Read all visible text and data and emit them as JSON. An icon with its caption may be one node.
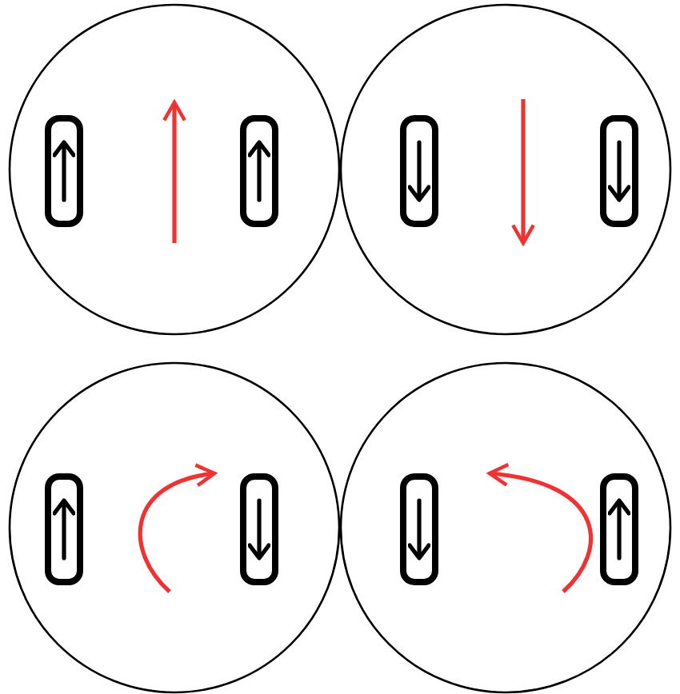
{
  "diagram": {
    "nodes": [
      {
        "text": [],
        "shape": "circle"
      },
      {
        "text": [],
        "shape": "box",
        "in": 0
      },
      {
        "text": [],
        "shape": "box",
        "in": 0
      },
      {
        "text": [],
        "shape": "circle"
      },
      {
        "text": [],
        "shape": "box",
        "in": 3
      },
      {
        "text": [],
        "shape": "box",
        "in": 3
      },
      {
        "text": [],
        "shape": "circle"
      },
      {
        "text": [],
        "shape": "box",
        "in": 6
      },
      {
        "text": [],
        "shape": "box",
        "in": 6
      },
      {
        "text": [],
        "shape": "circle"
      },
      {
        "text": [],
        "shape": "box",
        "in": 9
      },
      {
        "text": [],
        "shape": "box",
        "in": 9
      }
    ]
  }
}
